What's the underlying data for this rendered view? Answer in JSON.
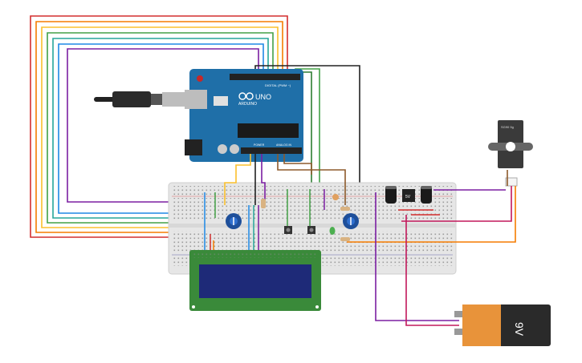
{
  "arduino": {
    "brand": "ARDUINO",
    "model": "UNO",
    "digital_label": "DIGITAL (PWM ~)",
    "power_label": "POWER",
    "analog_label": "ANALOG IN",
    "color": "#1f6fa8"
  },
  "servo": {
    "label": "SG90 9g",
    "color": "#3a3a3a"
  },
  "regulator": {
    "label": "5V"
  },
  "battery": {
    "label": "9V",
    "color_body": "#2a2a2a",
    "color_top": "#e8933a"
  },
  "lcd": {
    "pcb_color": "#3a8a3a",
    "screen_color": "#1e2a78"
  },
  "breadboard": {
    "color": "#e6e6e6"
  },
  "wire_colors": [
    "#d32f2f",
    "#f57c00",
    "#fbc02d",
    "#43a047",
    "#26a69a",
    "#1e88e5",
    "#7b1fa2"
  ],
  "icons": [
    "usb-cable-icon",
    "potentiometer-icon",
    "pushbutton-icon",
    "led-icon",
    "capacitor-icon",
    "photoresistor-icon"
  ]
}
